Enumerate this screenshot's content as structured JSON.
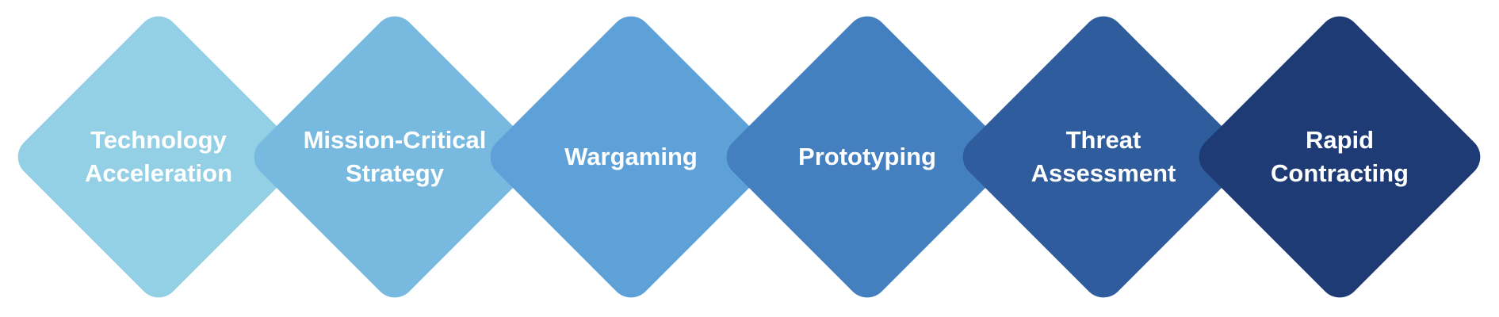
{
  "steps": [
    {
      "label": "Technology\nAcceleration",
      "color": "#93d0e6"
    },
    {
      "label": "Mission-Critical\nStrategy",
      "color": "#78badf"
    },
    {
      "label": "Wargaming",
      "color": "#5ea1d9"
    },
    {
      "label": "Prototyping",
      "color": "#447fc0"
    },
    {
      "label": "Threat\nAssessment",
      "color": "#2f5c9c"
    },
    {
      "label": "Rapid\nContracting",
      "color": "#1f3b76"
    }
  ]
}
